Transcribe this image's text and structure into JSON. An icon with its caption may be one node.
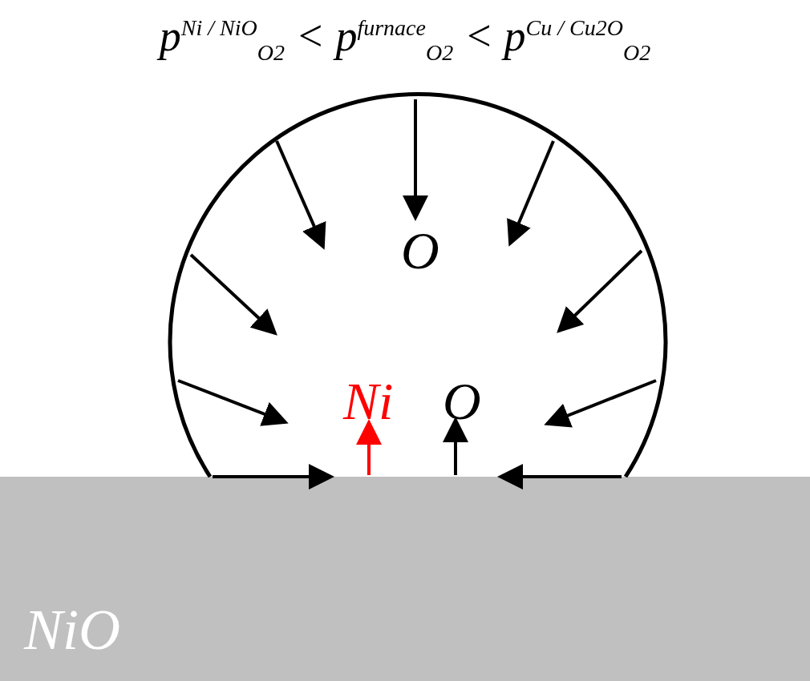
{
  "diagram": {
    "title": "*p*$^{Ni / NiO}$$_{O2}$ < *p*$^{furnace}$$_{O2}$ < *p*$^{Cu / Cu2O}$$_{O2}$",
    "nodes": [
      {
        "text": [
          "NiO"
        ]
      }
    ],
    "labels": [
      "O",
      "Ni",
      "O"
    ]
  }
}
